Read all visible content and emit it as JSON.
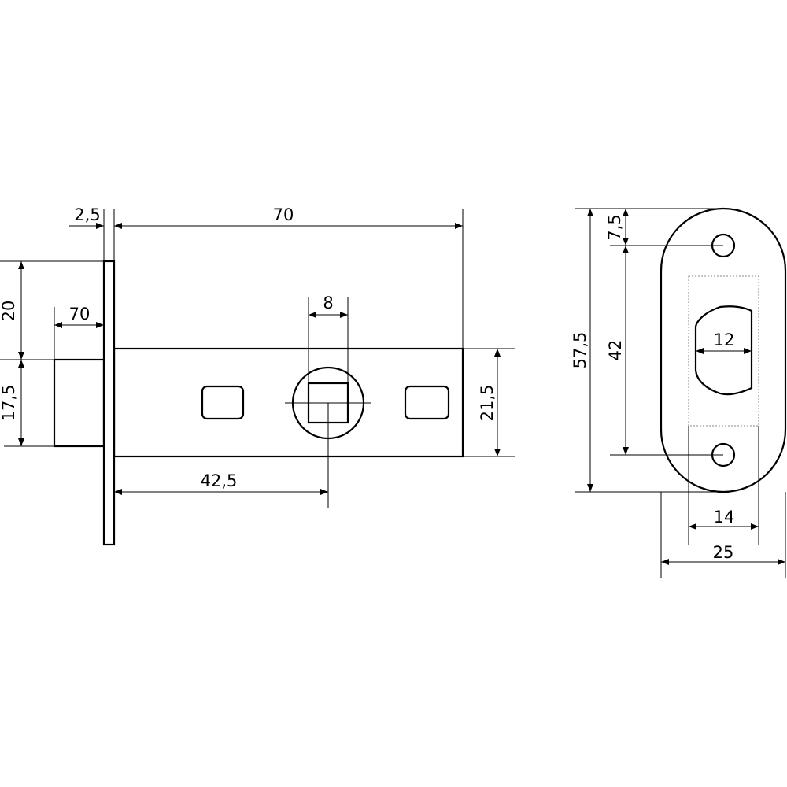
{
  "title": "Latch mechanism dimension drawing",
  "side_view": {
    "faceplate_thickness": "2,5",
    "backset_length": "70",
    "faceplate_upper": "20",
    "latch_height": "17,5",
    "latch_projection": "70",
    "spindle_square": "8",
    "body_height": "21,5",
    "spindle_offset": "42,5"
  },
  "strike_plate": {
    "hole_offset": "7,5",
    "total_height": "57,5",
    "hole_spacing": "42",
    "opening_width": "12",
    "box_width": "14",
    "plate_width": "25"
  }
}
